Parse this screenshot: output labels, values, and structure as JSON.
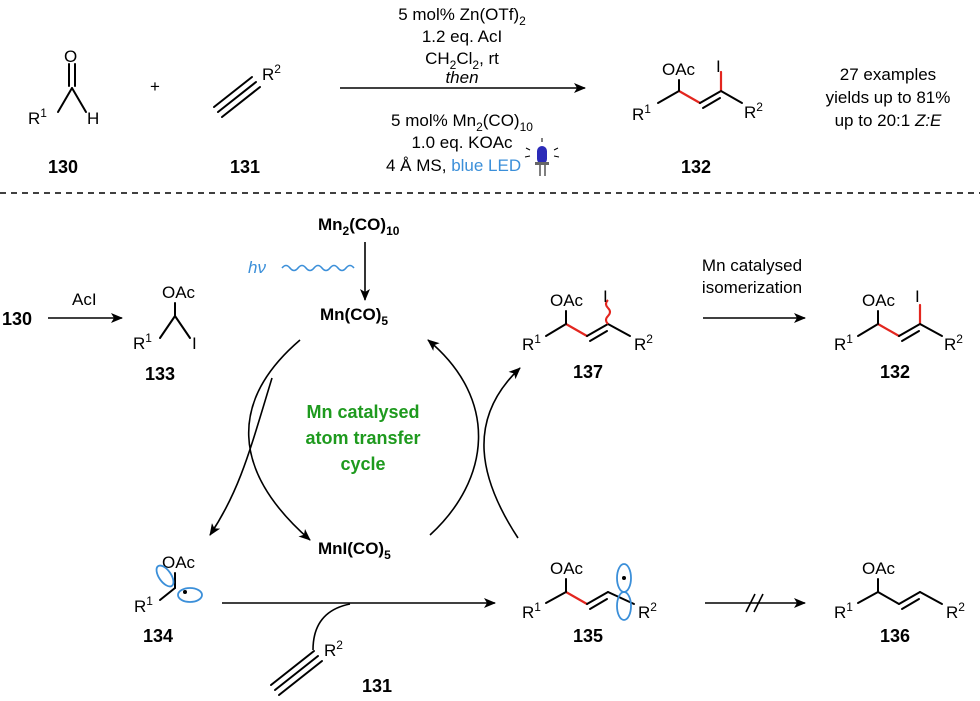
{
  "top": {
    "cmpd130": {
      "O": "O",
      "R": "R",
      "Rsup": "1",
      "H": "H",
      "number": "130"
    },
    "plus": "+",
    "cmpd131": {
      "R": "R",
      "Rsup": "2",
      "number": "131"
    },
    "conditions_above": {
      "line1_pre": "5 mol% Zn(OTf)",
      "line1_sub": "2",
      "line2": "1.2 eq. AcI",
      "line3_pre": "CH",
      "line3_sub1": "2",
      "line3_mid": "Cl",
      "line3_sub2": "2",
      "line3_post": ", rt",
      "then": "then"
    },
    "conditions_below": {
      "line1_pre": "5 mol% Mn",
      "line1_sub1": "2",
      "line1_mid": "(CO)",
      "line1_sub2": "10",
      "line2": "1.0 eq. KOAc",
      "line3_pre": "4 Å MS, ",
      "line3_blue": "blue LED"
    },
    "cmpd132": {
      "OAc": "OAc",
      "I": "I",
      "R1": "R",
      "R1sup": "1",
      "R2": "R",
      "R2sup": "2",
      "number": "132"
    },
    "summary": {
      "line1": "27 examples",
      "line2": "yields up to 81%",
      "line3_pre": "up to 20:1 ",
      "line3_ital": "Z:E"
    }
  },
  "mechanism": {
    "mn2co10": {
      "pre": "Mn",
      "sub1": "2",
      "mid": "(CO)",
      "sub2": "10"
    },
    "hv": "hν",
    "mnco5": {
      "pre": "Mn(CO)",
      "sub": "5"
    },
    "mnico5": {
      "pre": "MnI(CO)",
      "sub": "5"
    },
    "cycle_label": {
      "line1": "Mn catalysed",
      "line2": "atom transfer",
      "line3": "cycle"
    },
    "start130": "130",
    "acI": "AcI",
    "cmpd133": {
      "OAc": "OAc",
      "I": "I",
      "R": "R",
      "Rsup": "1",
      "number": "133"
    },
    "cmpd134": {
      "OAc": "OAc",
      "R": "R",
      "Rsup": "1",
      "number": "134"
    },
    "cmpd131": {
      "R": "R",
      "Rsup": "2",
      "number": "131"
    },
    "cmpd135": {
      "OAc": "OAc",
      "R1": "R",
      "R1sup": "1",
      "R2": "R",
      "R2sup": "2",
      "number": "135"
    },
    "cmpd136": {
      "OAc": "OAc",
      "R1": "R",
      "R1sup": "1",
      "R2": "R",
      "R2sup": "2",
      "number": "136"
    },
    "cmpd137": {
      "OAc": "OAc",
      "I": "I",
      "R1": "R",
      "R1sup": "1",
      "R2": "R",
      "R2sup": "2",
      "number": "137"
    },
    "isomerization": {
      "line1": "Mn catalysed",
      "line2": "isomerization"
    },
    "cmpd132b": {
      "OAc": "OAc",
      "I": "I",
      "R1": "R",
      "R1sup": "1",
      "R2": "R",
      "R2sup": "2",
      "number": "132"
    }
  }
}
